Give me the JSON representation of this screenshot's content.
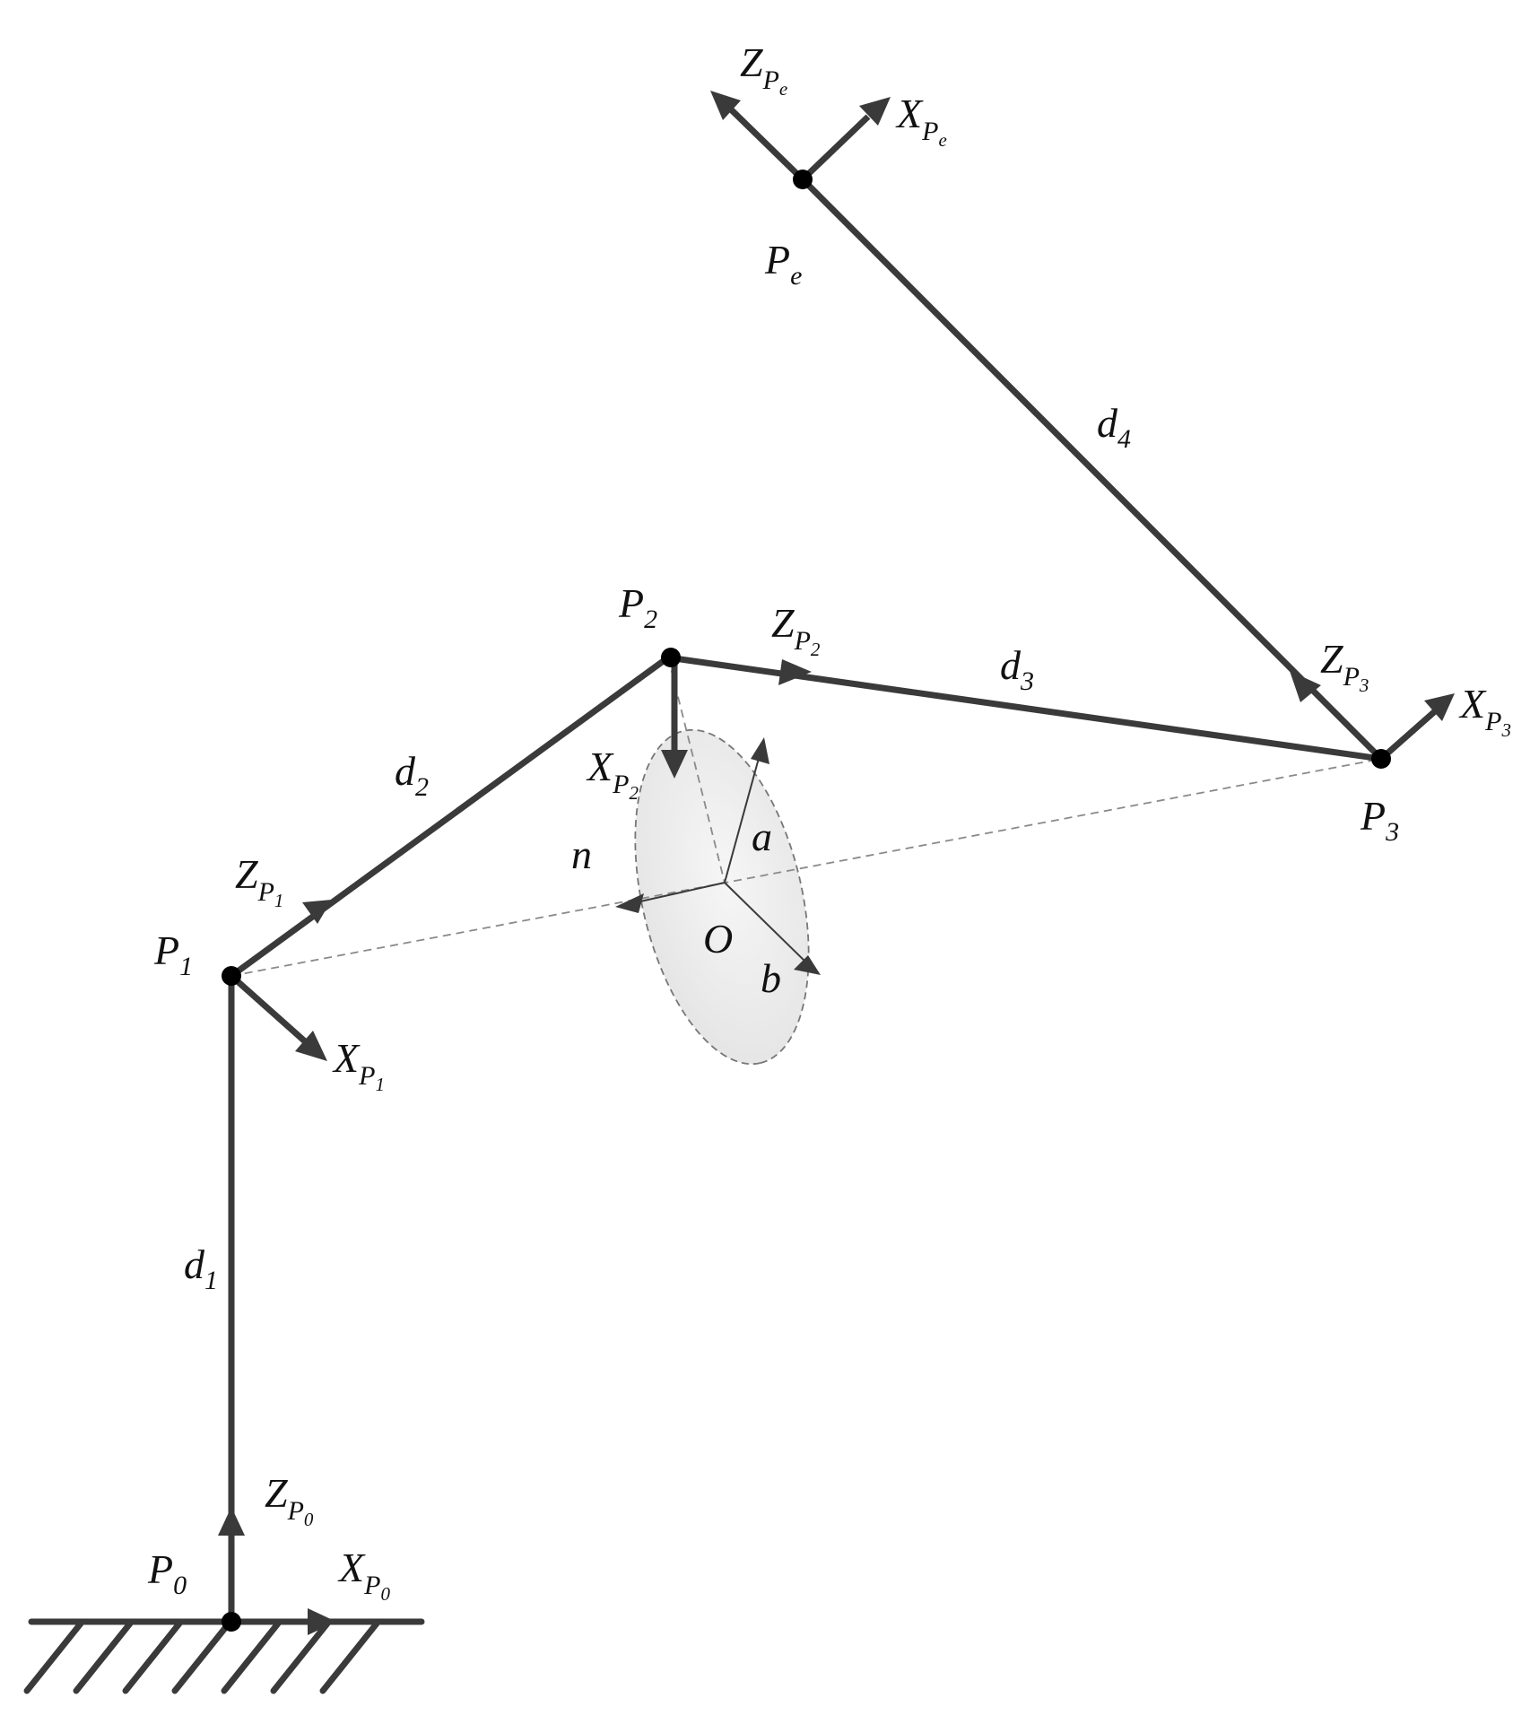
{
  "figure": {
    "points": [
      "P",
      "P",
      "P",
      "P",
      "P",
      "O"
    ],
    "point_subscripts": [
      "0",
      "1",
      "2",
      "3",
      "e"
    ],
    "links": [
      {
        "base": "d",
        "sub": "1"
      },
      {
        "base": "d",
        "sub": "2"
      },
      {
        "base": "d",
        "sub": "3"
      },
      {
        "base": "d",
        "sub": "4"
      }
    ],
    "frames": [
      {
        "z": "Z",
        "x": "X",
        "p": "P",
        "sub": "0"
      },
      {
        "z": "Z",
        "x": "X",
        "p": "P",
        "sub": "1"
      },
      {
        "z": "Z",
        "x": "X",
        "p": "P",
        "sub": "2"
      },
      {
        "z": "Z",
        "x": "X",
        "p": "P",
        "sub": "3"
      },
      {
        "z": "Z",
        "x": "X",
        "p": "P",
        "sub": "e"
      }
    ],
    "circle_axes": {
      "n": "n",
      "a": "a",
      "b": "b",
      "center": "O"
    }
  },
  "colors": {
    "stroke": "#3a3a3a",
    "joint": "#000000",
    "disc_fill": "#eeeeee",
    "dash": "#8a8a8a"
  }
}
